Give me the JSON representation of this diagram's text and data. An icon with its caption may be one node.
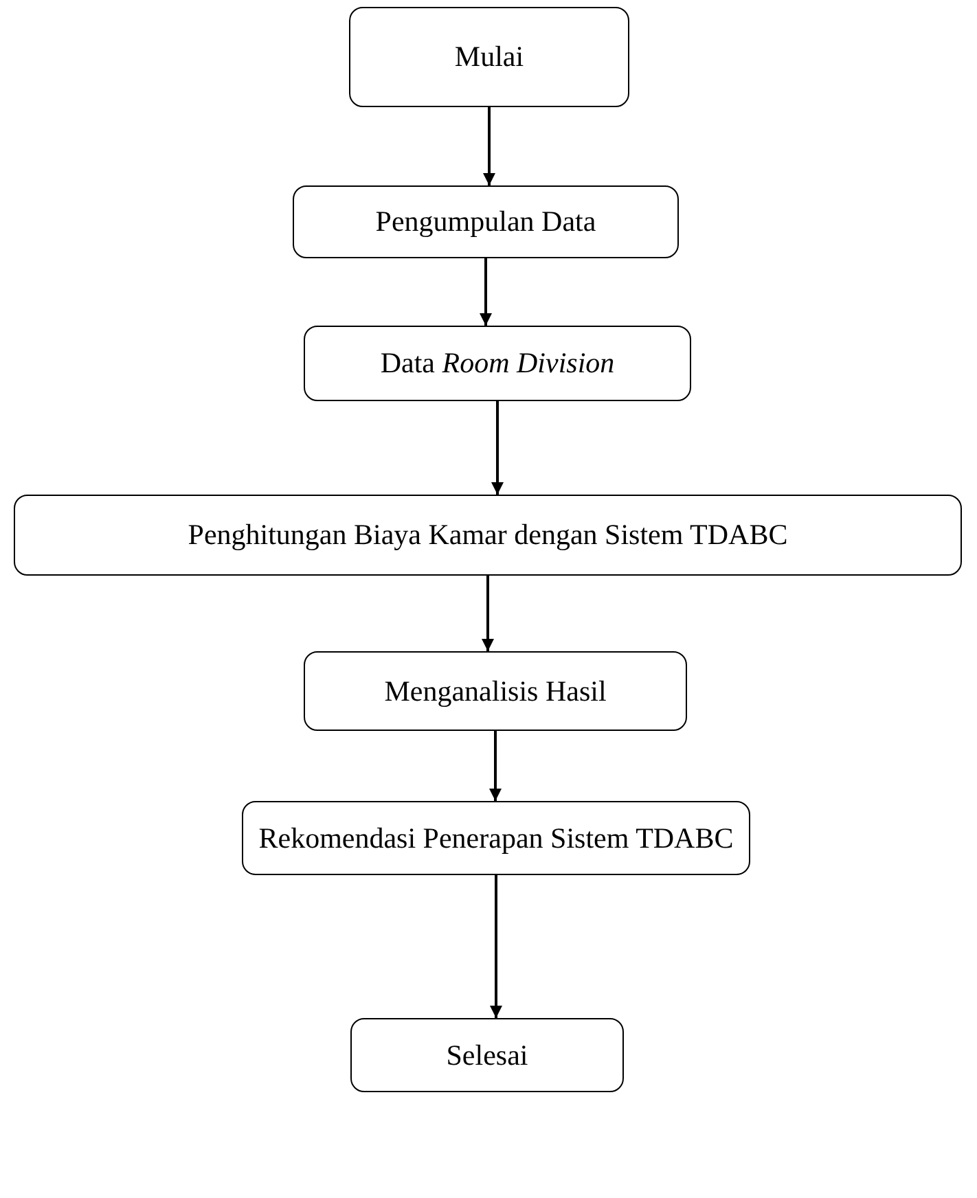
{
  "diagram": {
    "nodes": [
      {
        "text": [
          "Mulai"
        ]
      },
      {
        "text": [
          "Pengumpulan Data"
        ]
      },
      {
        "text": [
          "Data *Room Division*"
        ]
      },
      {
        "text": [
          "Penghitungan Biaya Kamar dengan Sistem TDABC"
        ]
      },
      {
        "text": [
          "Menganalisis Hasil"
        ]
      },
      {
        "text": [
          "Rekomendasi Penerapan Sistem TDABC"
        ]
      },
      {
        "text": [
          "Selesai"
        ]
      }
    ],
    "edges": [
      {
        "from": 0,
        "to": 1,
        "arrow": "to"
      },
      {
        "from": 1,
        "to": 2,
        "arrow": "to"
      },
      {
        "from": 2,
        "to": 3,
        "arrow": "to"
      },
      {
        "from": 3,
        "to": 4,
        "arrow": "to"
      },
      {
        "from": 4,
        "to": 5,
        "arrow": "to"
      },
      {
        "from": 5,
        "to": 6,
        "arrow": "to"
      }
    ]
  }
}
